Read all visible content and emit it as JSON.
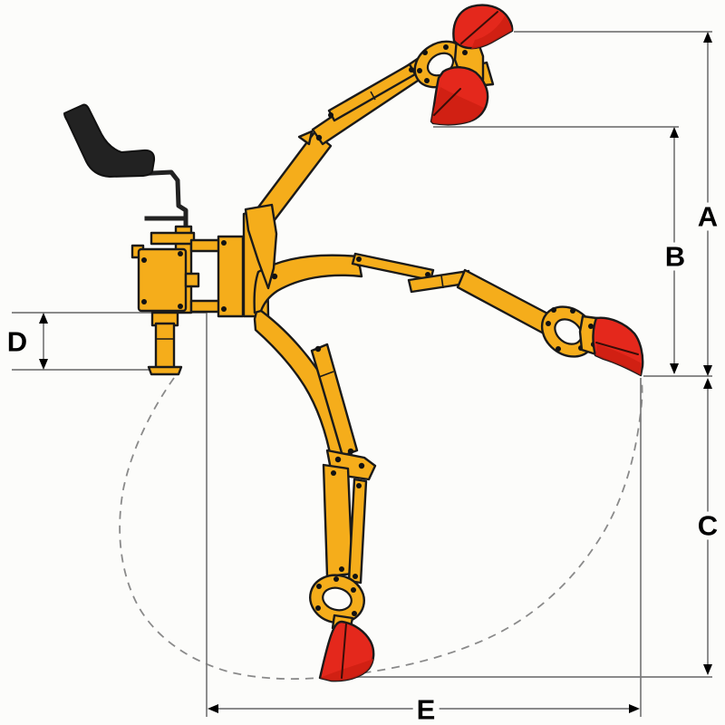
{
  "figure": {
    "type": "dimension-diagram",
    "subject": "tractor backhoe attachment working-range side-view diagram with three boom positions",
    "dimension_labels": {
      "a": "A",
      "b": "B",
      "c": "C",
      "d": "D",
      "e": "E"
    },
    "icons": {
      "arrow_up": "dimension arrowhead pointing up",
      "arrow_down": "dimension arrowhead pointing down",
      "arrow_left": "dimension arrowhead pointing left",
      "arrow_right": "dimension arrowhead pointing right"
    },
    "colors": {
      "machine_yellow": "#F5AD1B",
      "bucket_red": "#E4281C",
      "bucket_red_dark": "#CE1F12",
      "outline": "#1A1A1A",
      "seat_black": "#222222",
      "dimension_line_gray": "#7A7A7A",
      "envelope_dash_gray": "#8A8A8A",
      "label_color": "#000000",
      "background": "#FCFCFA"
    }
  }
}
